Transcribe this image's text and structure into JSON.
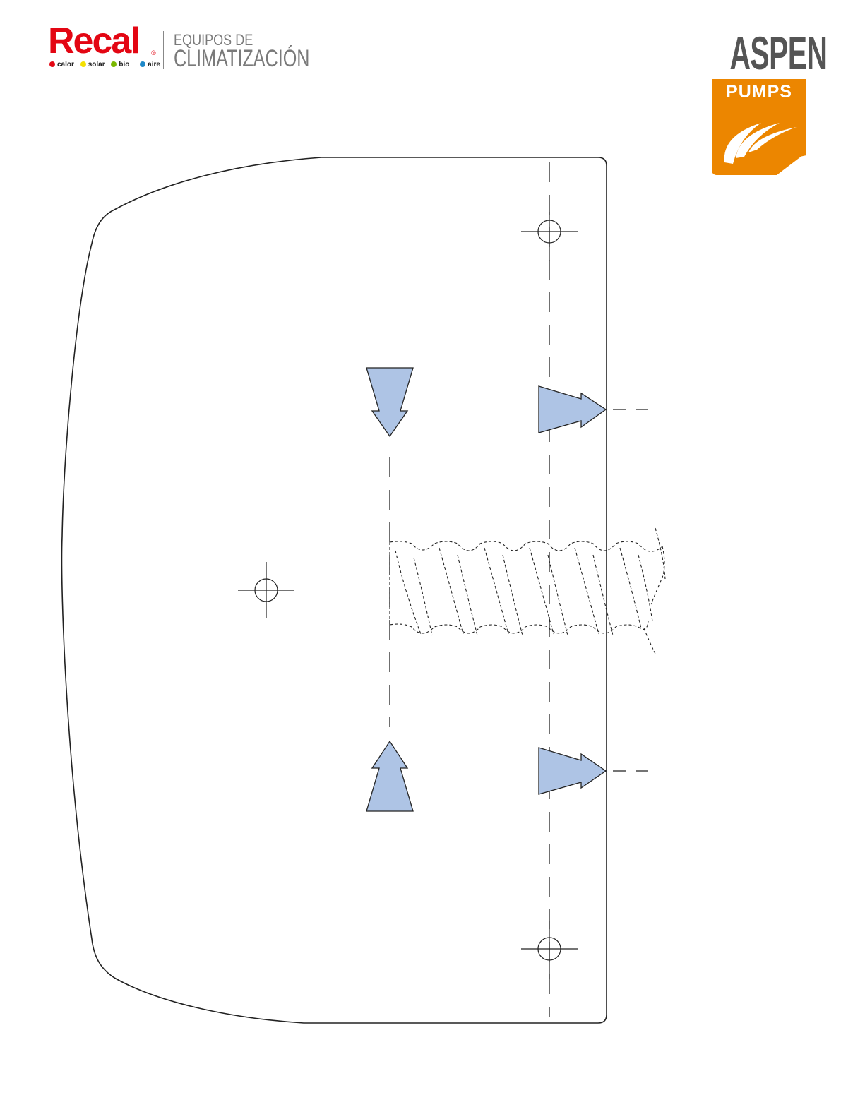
{
  "header": {
    "recal": {
      "brand": "Recal",
      "registered": "®",
      "tags": [
        "calor",
        "solar",
        "bio",
        "aire"
      ],
      "tag_colors": [
        "#e30613",
        "#f4e000",
        "#7ab800",
        "#1e88c8"
      ],
      "tagline_line1": "EQUIPOS DE",
      "tagline_line2": "CLIMATIZACIÓN",
      "brand_color": "#e30613",
      "tagline_color": "#7a7a7a"
    },
    "aspen": {
      "brand": "ASPEN",
      "sub": "PUMPS",
      "brand_color": "#555555",
      "badge_color": "#ec8600"
    }
  },
  "diagram": {
    "arrow_fill": "#aec4e5",
    "outline_color": "#222222"
  }
}
